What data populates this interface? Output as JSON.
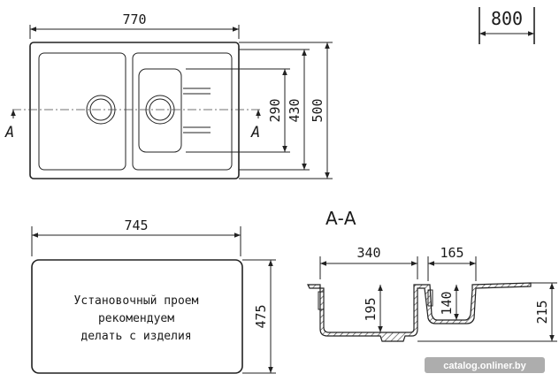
{
  "drawing": {
    "top_view": {
      "width_label": "770",
      "height_labels": [
        "290",
        "430",
        "500"
      ],
      "section_marker": "A"
    },
    "cabinet_box": {
      "label": "800"
    },
    "cutout": {
      "width_label": "745",
      "height_label": "475",
      "note_lines": [
        "Установочный проем",
        "рекомендуем",
        "делать с изделия"
      ]
    },
    "section": {
      "title": "А-А",
      "labels": {
        "big_bowl_width": "340",
        "small_bowl_width": "165",
        "big_bowl_depth": "195",
        "small_bowl_depth": "140",
        "total_depth": "215"
      }
    },
    "watermark": "catalog.onliner.by"
  }
}
